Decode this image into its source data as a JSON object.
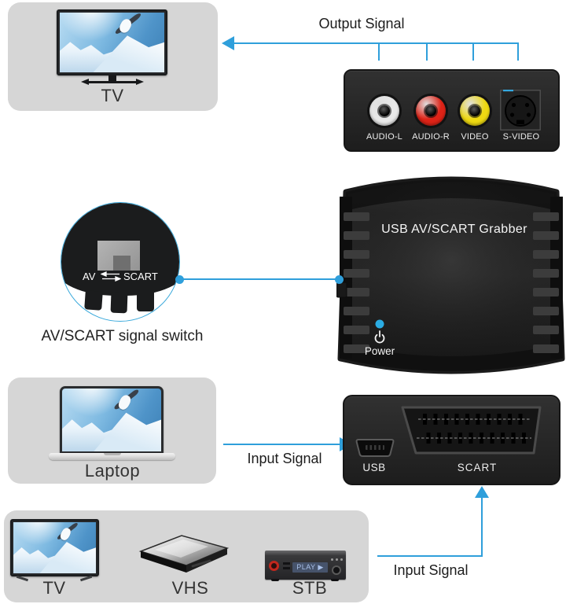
{
  "arrows": {
    "output": "Output Signal",
    "input_laptop": "Input Signal",
    "input_sources": "Input Signal"
  },
  "tv_card": {
    "label": "TV"
  },
  "laptop_card": {
    "label": "Laptop"
  },
  "sources_card": {
    "tv_label": "TV",
    "vhs_label": "VHS",
    "stb_label": "STB"
  },
  "output_panel": {
    "ports": [
      {
        "label": "AUDIO-L",
        "color": "#e9e9e9"
      },
      {
        "label": "AUDIO-R",
        "color": "#de2317"
      },
      {
        "label": "VIDEO",
        "color": "#eed912"
      },
      {
        "label": "S-VIDEO",
        "color": "#1e1e1e"
      }
    ]
  },
  "device": {
    "title": "USB AV/SCART Grabber",
    "power_label": "Power",
    "led_color": "#29abe2"
  },
  "input_panel": {
    "usb_label": "USB",
    "scart_label": "SCART"
  },
  "callout": {
    "switch_left": "AV",
    "switch_right": "SCART",
    "caption": "AV/SCART signal switch"
  },
  "stb": {
    "display_text": "PLAY ▶"
  },
  "colors": {
    "arrow_blue": "#2f9fdb",
    "card_gray": "#d6d6d6",
    "panel_black": "#262626",
    "led_blue": "#29abe2"
  }
}
